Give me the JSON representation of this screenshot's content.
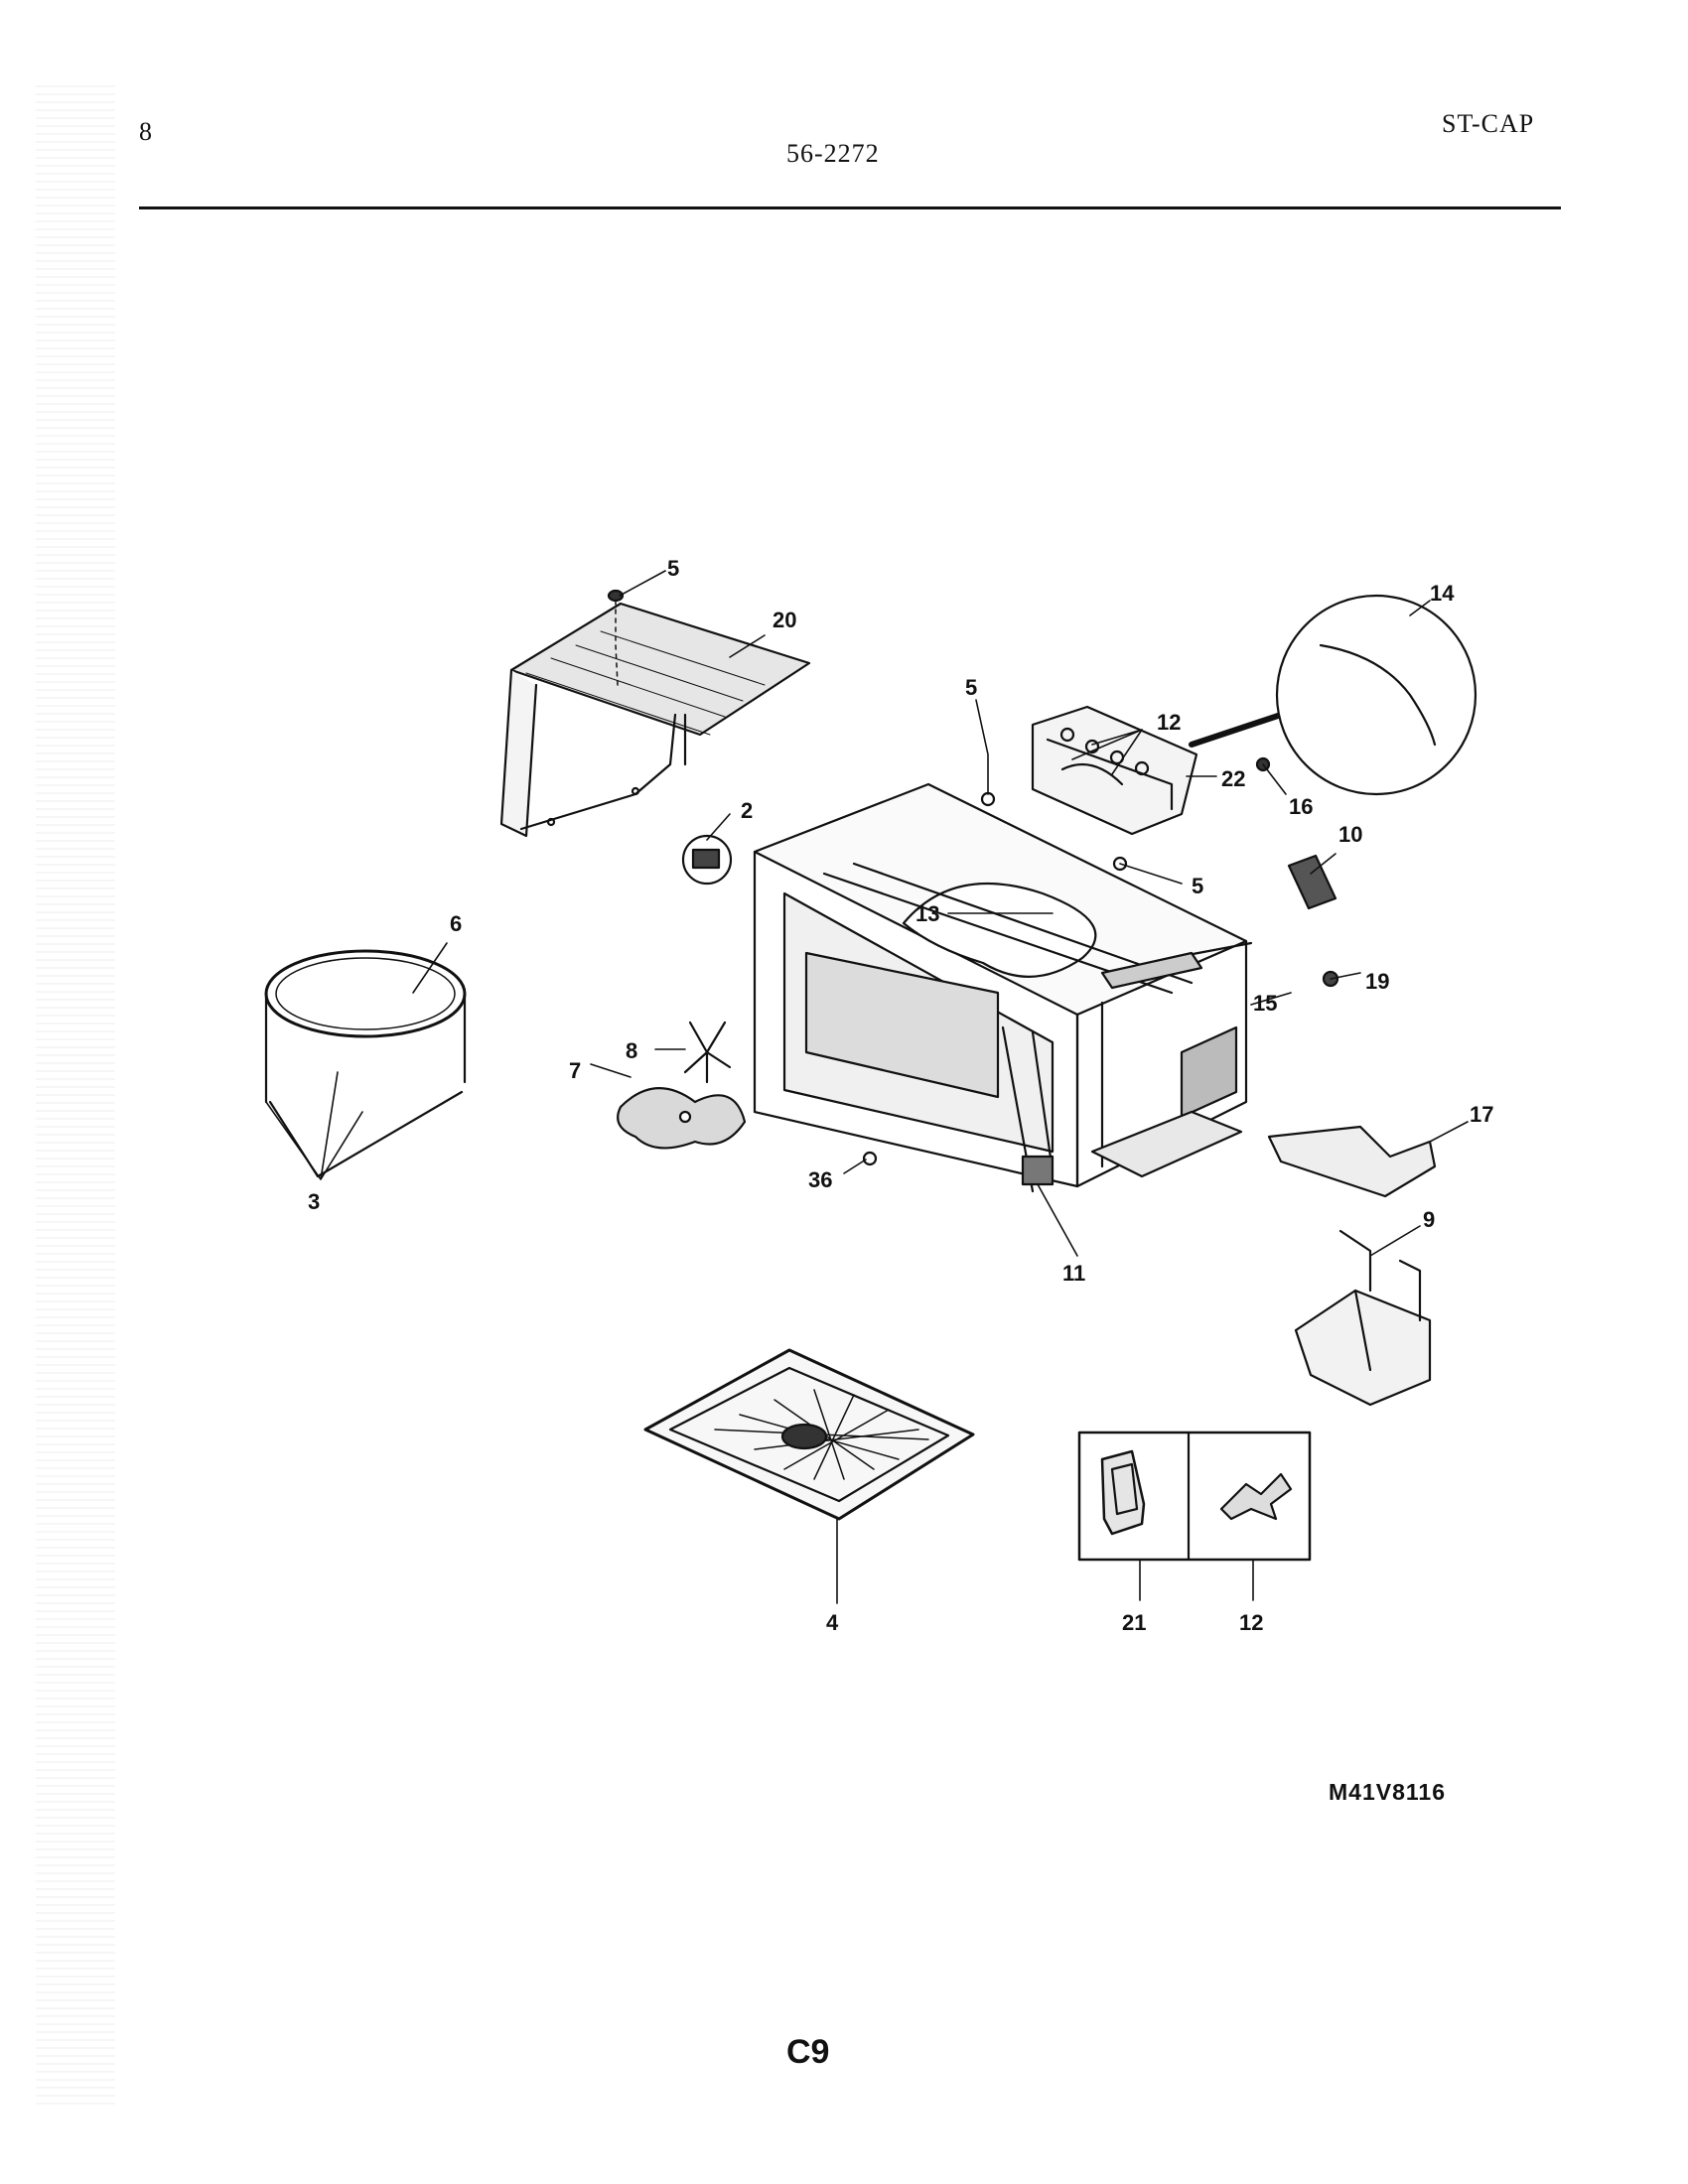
{
  "header": {
    "page_number": "8",
    "document_number": "56-2272",
    "series": "ST-CAP"
  },
  "diagram": {
    "callouts": [
      "5",
      "20",
      "2",
      "5",
      "14",
      "12",
      "22",
      "16",
      "13",
      "5",
      "10",
      "6",
      "8",
      "15",
      "19",
      "7",
      "17",
      "36",
      "11",
      "9",
      "3",
      "4",
      "21",
      "12"
    ],
    "inset_labels": [
      "21",
      "12"
    ]
  },
  "footer": {
    "model_code": "M41V8116",
    "page_code": "C9"
  }
}
